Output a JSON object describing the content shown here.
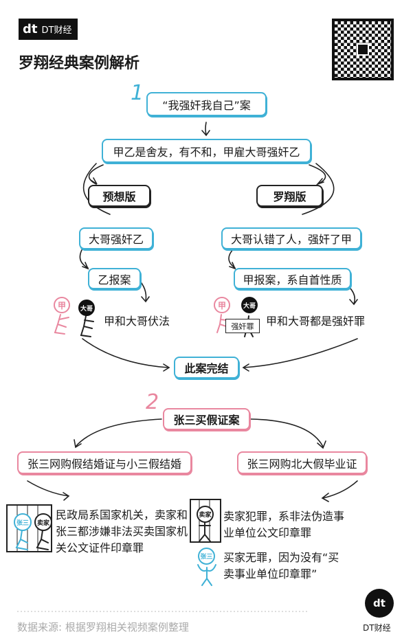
{
  "brand": {
    "logo_mark": "dt",
    "logo_text": "DT财经",
    "footer_brand": "DT财经"
  },
  "title": "罗翔经典案例解析",
  "case1": {
    "number": "1",
    "title": "“我强奸我自己”案",
    "premise": "甲乙是舍友，有不和，甲雇大哥强奸乙",
    "left": {
      "label": "预想版",
      "step1": "大哥强奸乙",
      "step2": "乙报案",
      "result": "甲和大哥伏法"
    },
    "right": {
      "label": "罗翔版",
      "step1": "大哥认错了人，强奸了甲",
      "step2": "甲报案，系自首性质",
      "result": "甲和大哥都是强奸罪",
      "sign": "强奸罪"
    },
    "end": "此案完结",
    "figures": {
      "jia": "甲",
      "dage": "大哥"
    }
  },
  "case2": {
    "number": "2",
    "title": "张三买假证案",
    "left": {
      "label": "张三网购假结婚证与小三假结婚",
      "result": "民政局系国家机关，卖家和张三都涉嫌非法买卖国家机关公文证件印章罪"
    },
    "right": {
      "label": "张三网购北大假毕业证",
      "result_seller": "卖家犯罪，系非法伪造事业单位公文印章罪",
      "result_buyer": "买家无罪，因为没有“买卖事业单位印章罪”"
    },
    "figures": {
      "zhangsan": "张三",
      "seller": "卖家"
    }
  },
  "footer": {
    "source": "数据来源: 根据罗翔相关视频案例整理"
  },
  "colors": {
    "blue": "#3fb1d6",
    "pink": "#e9879f",
    "orange": "#e8532b"
  }
}
